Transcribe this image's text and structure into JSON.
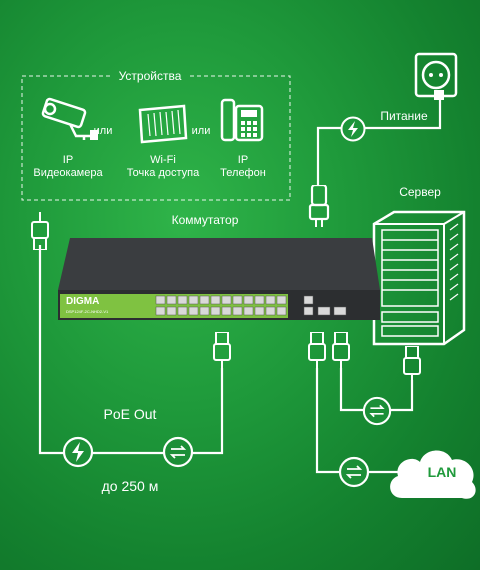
{
  "devices": {
    "title": "Устройства",
    "camera": {
      "line1": "IP",
      "line2": "Видеокамера"
    },
    "ap": {
      "line1": "Wi-Fi",
      "line2": "Точка доступа"
    },
    "phone": {
      "line1": "IP",
      "line2": "Телефон"
    },
    "or": "или"
  },
  "switch": {
    "title": "Коммутатор",
    "brand": "DIGMA",
    "model": "DSP124F-2C-NHD2-V1"
  },
  "power": {
    "label": "Питание"
  },
  "server": {
    "label": "Сервер"
  },
  "poe": {
    "label": "PoE Out",
    "distance": "до 250 м"
  },
  "lan": {
    "label": "LAN"
  },
  "colors": {
    "line": "#ffffff",
    "switch_body": "#3a3d40",
    "switch_accent": "#7fc241",
    "port": "#d9d9d9"
  }
}
